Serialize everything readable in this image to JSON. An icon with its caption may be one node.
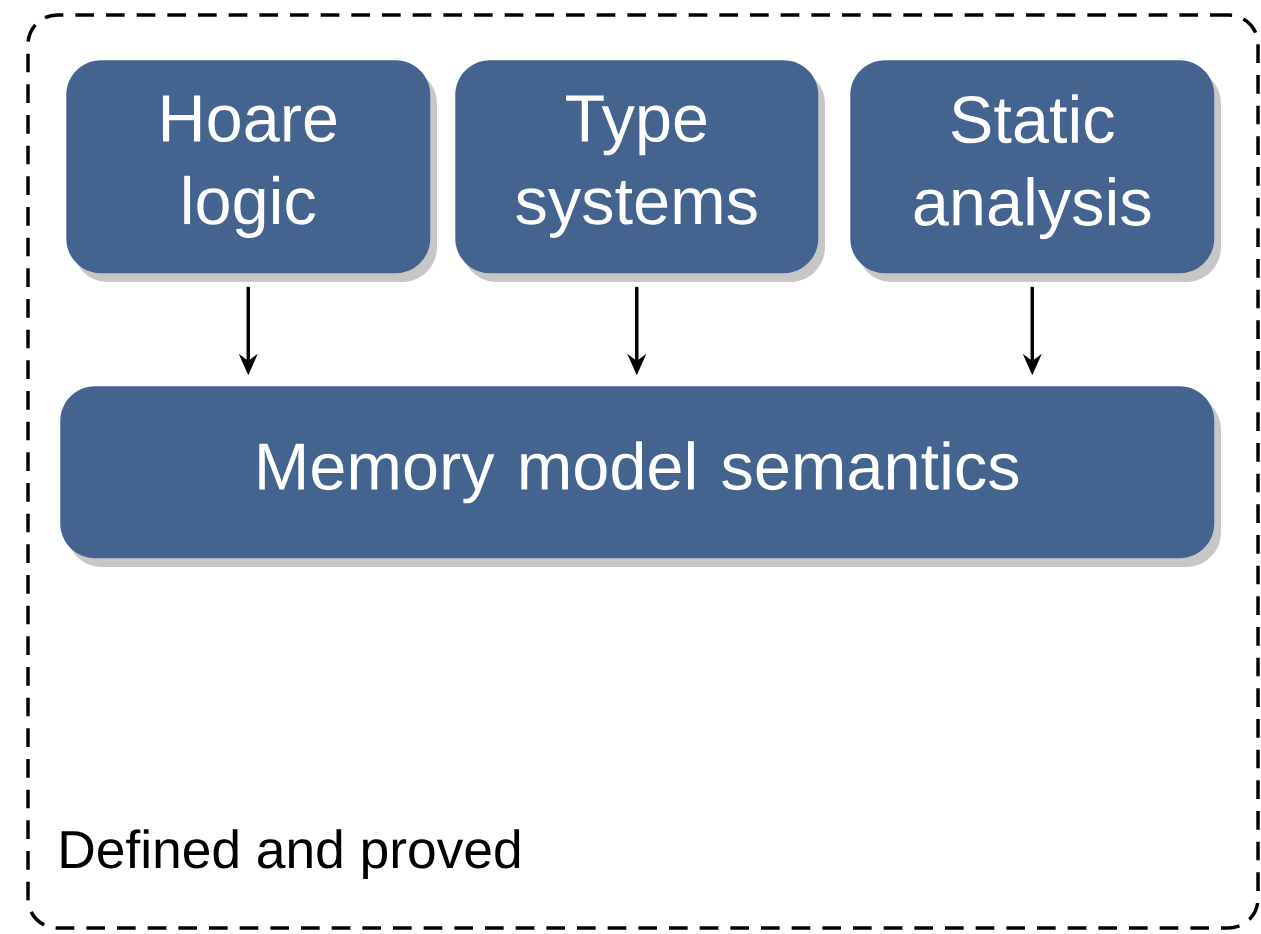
{
  "diagram": {
    "nodes": [
      {
        "text": [
          "Defined and proved"
        ]
      },
      {
        "text": [
          "Hoare logic"
        ],
        "in": 0
      },
      {
        "text": [
          "Type systems"
        ],
        "in": 0
      },
      {
        "text": [
          "Static analysis"
        ],
        "in": 0
      },
      {
        "text": [
          "Memory model semantics"
        ],
        "in": 0
      }
    ],
    "edges": [
      {
        "from": 1,
        "to": 4,
        "arrow": "to"
      },
      {
        "from": 2,
        "to": 4,
        "arrow": "to"
      },
      {
        "from": 3,
        "to": 4,
        "arrow": "to"
      }
    ]
  }
}
